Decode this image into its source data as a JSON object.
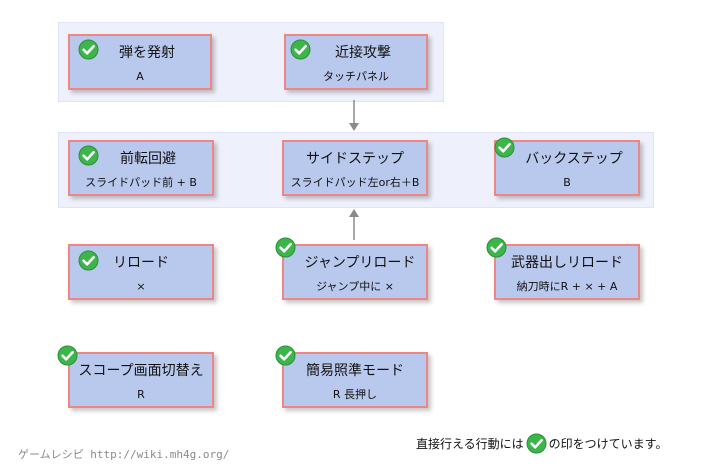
{
  "nodes": {
    "fire": {
      "title": "弾を発射",
      "sub": "A"
    },
    "melee": {
      "title": "近接攻撃",
      "sub": "タッチパネル"
    },
    "roll": {
      "title": "前転回避",
      "sub": "スライドパッド前 + B"
    },
    "sidestep": {
      "title": "サイドステップ",
      "sub": "スライドパッド左or右＋B"
    },
    "backstep": {
      "title": "バックステップ",
      "sub": "B"
    },
    "reload": {
      "title": "リロード",
      "sub": "×"
    },
    "jump_reload": {
      "title": "ジャンプリロード",
      "sub": "ジャンプ中に ×"
    },
    "weapon_reload": {
      "title": "武器出しリロード",
      "sub": "納刀時にR + × + A"
    },
    "scope": {
      "title": "スコープ画面切替え",
      "sub": "R"
    },
    "aim_mode": {
      "title": "簡易照準モード",
      "sub": "R 長押し"
    }
  },
  "footer": {
    "credit": "ゲームレシピ http://wiki.mh4g.org/",
    "legend_before": "直接行える行動には",
    "legend_after": "の印をつけています。"
  },
  "colors": {
    "node_fill": "#b9c9ee",
    "node_border": "#ef8686",
    "group_fill": "#eef0fb",
    "check_green": "#3cb54a",
    "arrow": "#8a8a8a"
  }
}
